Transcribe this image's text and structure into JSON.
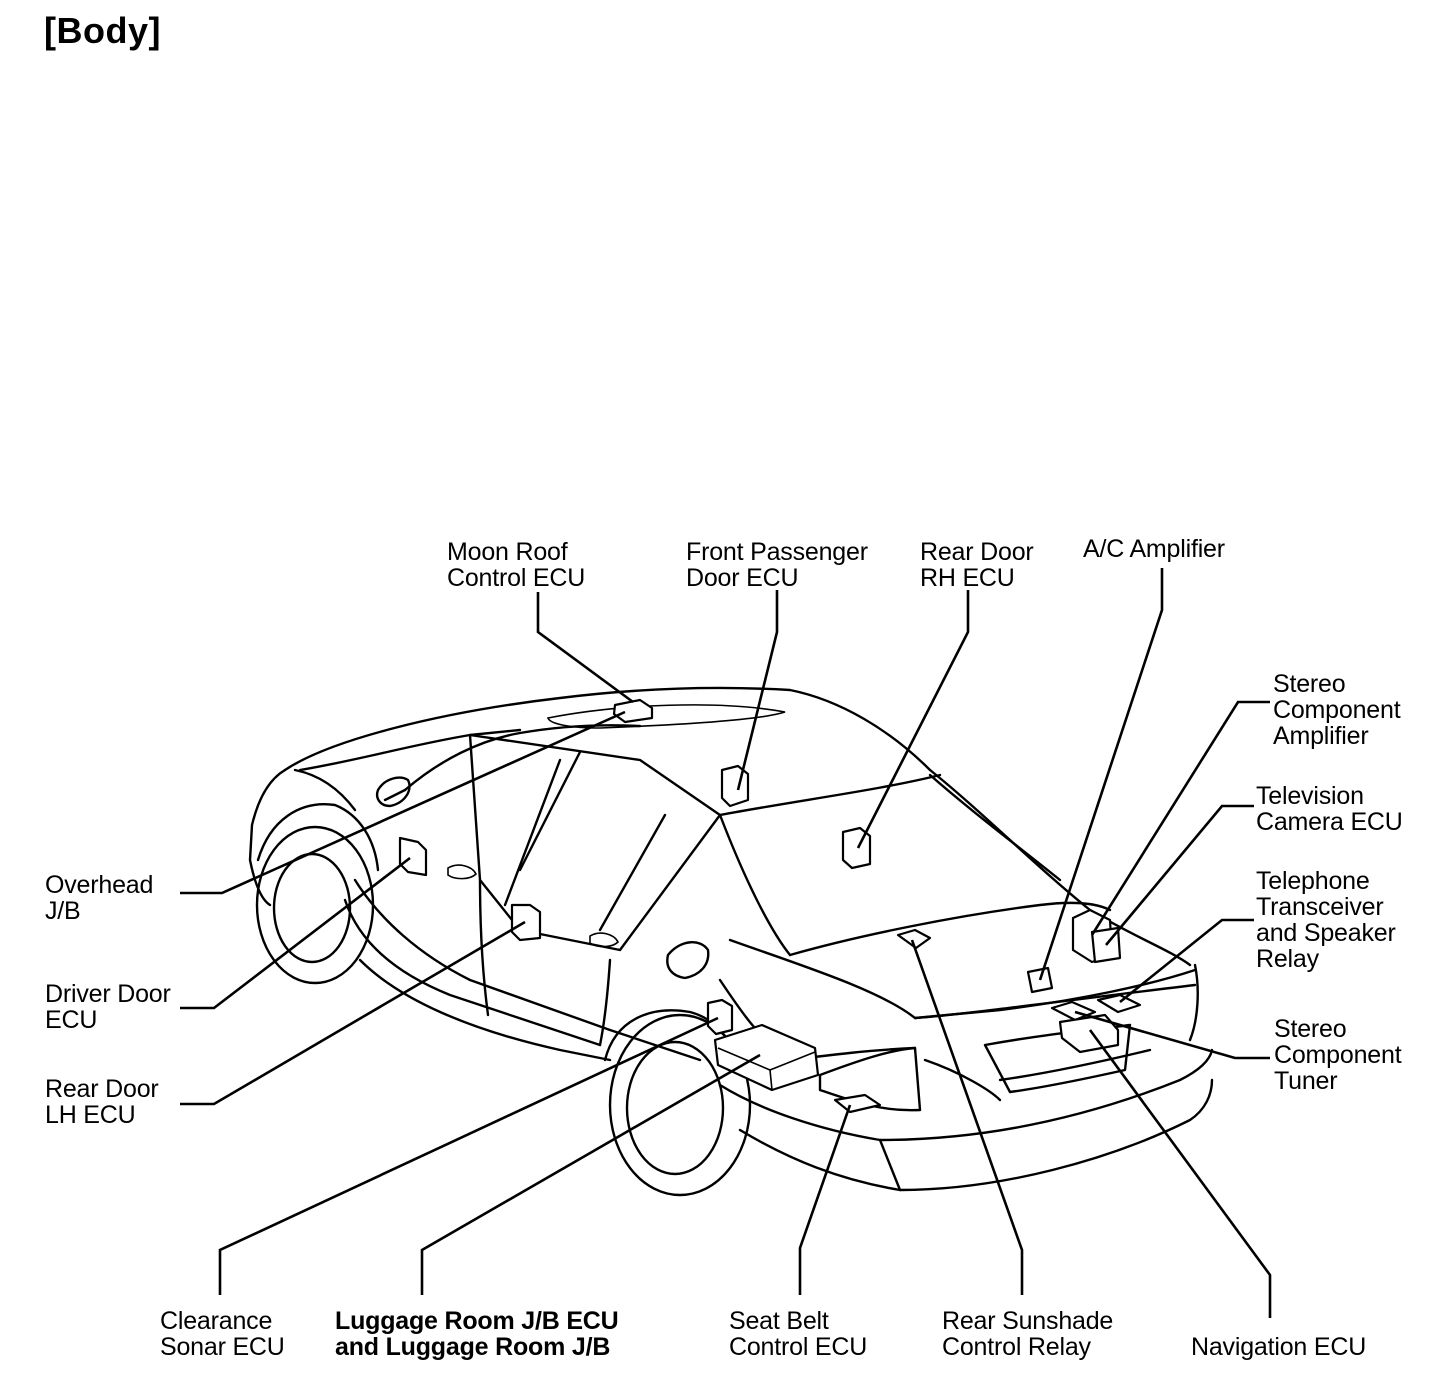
{
  "title": "[Body]",
  "labels": {
    "moon_roof": "Moon Roof\nControl ECU",
    "front_passenger": "Front Passenger\nDoor ECU",
    "rear_door_rh": "Rear Door\nRH ECU",
    "ac_amplifier": "A/C Amplifier",
    "stereo_amp": "Stereo\nComponent\nAmplifier",
    "tv_camera": "Television\nCamera ECU",
    "telephone": "Telephone\nTransceiver\nand Speaker\nRelay",
    "stereo_tuner": "Stereo\nComponent\nTuner",
    "overhead_jb": "Overhead\nJ/B",
    "driver_door": "Driver Door\nECU",
    "rear_door_lh": "Rear Door\nLH ECU",
    "clearance_sonar": "Clearance\nSonar ECU",
    "luggage_room": "Luggage Room J/B ECU\nand Luggage Room J/B",
    "seat_belt": "Seat Belt\nControl ECU",
    "rear_sunshade": "Rear Sunshade\nControl Relay",
    "navigation": "Navigation ECU"
  }
}
